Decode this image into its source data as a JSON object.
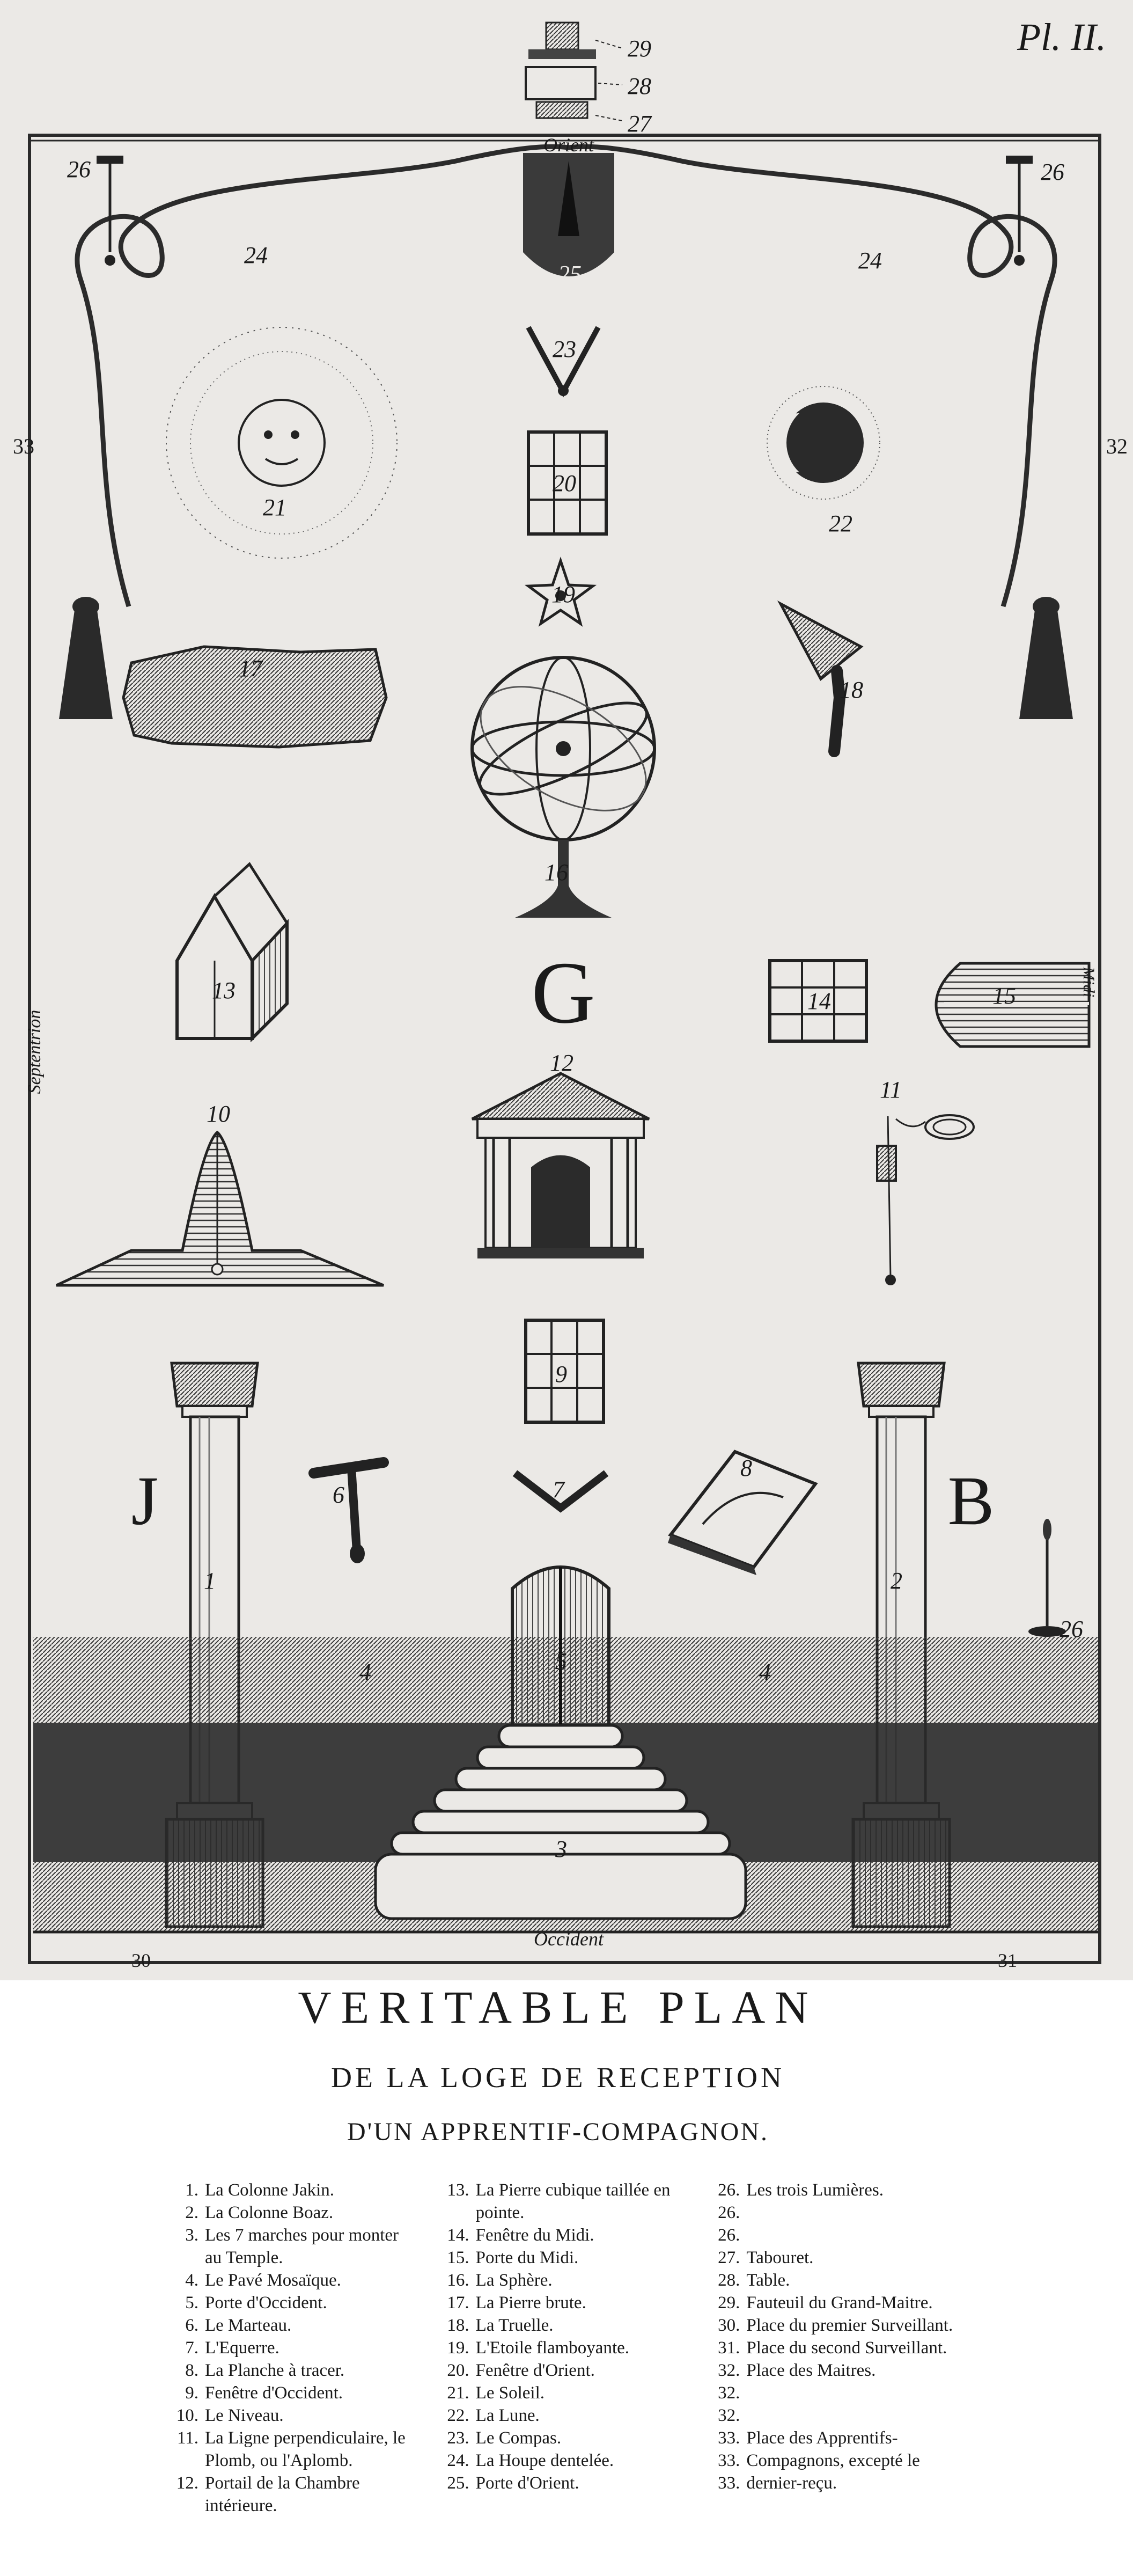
{
  "plate": {
    "plate_ref": "Pl. II.",
    "compass": {
      "east": "Orient",
      "west": "Occident",
      "south": "Midi",
      "north": "Septentrion"
    },
    "pillar_letters": {
      "left": "J",
      "right": "B",
      "center": "G"
    },
    "margin_marks": {
      "left": "33",
      "right": "32",
      "bottom_left": "30",
      "bottom_right": "31"
    },
    "figure_numbers": [
      "1",
      "2",
      "3",
      "4",
      "5",
      "6",
      "7",
      "8",
      "9",
      "10",
      "11",
      "12",
      "13",
      "14",
      "15",
      "16",
      "17",
      "18",
      "19",
      "20",
      "21",
      "22",
      "23",
      "24",
      "25",
      "26",
      "27",
      "28",
      "29"
    ]
  },
  "key": {
    "title": "VERITABLE PLAN",
    "subtitle": "DE LA LOGE DE RECEPTION",
    "subtitle2": "D'UN APPRENTIF-COMPAGNON.",
    "columns": [
      [
        {
          "num": "1.",
          "text": "La Colonne Jakin."
        },
        {
          "num": "2.",
          "text": "La Colonne Boaz."
        },
        {
          "num": "3.",
          "text": "Les 7 marches pour monter au Temple."
        },
        {
          "num": "4.",
          "text": "Le Pavé Mosaïque."
        },
        {
          "num": "5.",
          "text": "Porte d'Occident."
        },
        {
          "num": "6.",
          "text": "Le Marteau."
        },
        {
          "num": "7.",
          "text": "L'Equerre."
        },
        {
          "num": "8.",
          "text": "La Planche à tracer."
        },
        {
          "num": "9.",
          "text": "Fenêtre d'Occident."
        },
        {
          "num": "10.",
          "text": "Le Niveau."
        },
        {
          "num": "11.",
          "text": "La Ligne perpendiculaire, le Plomb, ou l'Aplomb."
        },
        {
          "num": "12.",
          "text": "Portail de la Chambre intérieure."
        }
      ],
      [
        {
          "num": "13.",
          "text": "La Pierre cubique taillée en pointe."
        },
        {
          "num": "14.",
          "text": "Fenêtre du Midi."
        },
        {
          "num": "15.",
          "text": "Porte du Midi."
        },
        {
          "num": "16.",
          "text": "La Sphère."
        },
        {
          "num": "17.",
          "text": "La Pierre brute."
        },
        {
          "num": "18.",
          "text": "La Truelle."
        },
        {
          "num": "19.",
          "text": "L'Etoile flamboyante."
        },
        {
          "num": "20.",
          "text": "Fenêtre d'Orient."
        },
        {
          "num": "21.",
          "text": "Le Soleil."
        },
        {
          "num": "22.",
          "text": "La Lune."
        },
        {
          "num": "23.",
          "text": "Le Compas."
        },
        {
          "num": "24.",
          "text": "La Houpe dentelée."
        },
        {
          "num": "25.",
          "text": "Porte d'Orient."
        }
      ],
      [
        {
          "num": "26. 26. 26.",
          "text": "Les trois Lumières."
        },
        {
          "num": "27.",
          "text": "Tabouret."
        },
        {
          "num": "28.",
          "text": "Table."
        },
        {
          "num": "29.",
          "text": "Fauteuil du Grand-Maitre."
        },
        {
          "num": "30.",
          "text": "Place du premier Surveillant."
        },
        {
          "num": "31.",
          "text": "Place du second Surveillant."
        },
        {
          "num": "32. 32. 32.",
          "text": "Place des Maitres."
        },
        {
          "num": "33. 33. 33.",
          "text": "Place des Apprentifs-Compagnons, excepté le dernier-reçu."
        }
      ]
    ]
  },
  "colors": {
    "ink": "#1a1a1a",
    "paper": "#ebe9e6",
    "border": "#2a2a2a"
  }
}
